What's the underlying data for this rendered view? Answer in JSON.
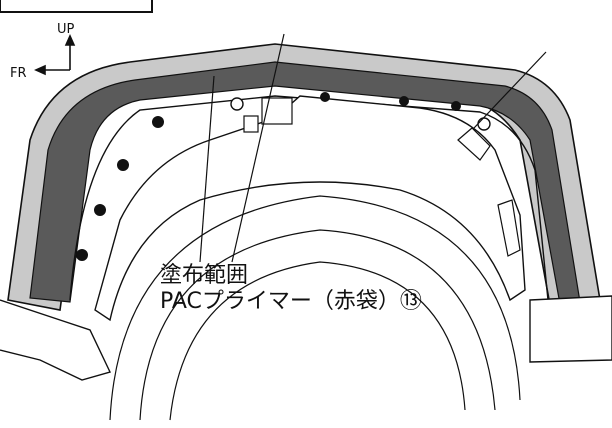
{
  "orientation": {
    "up_label": "UP",
    "front_label": "FR"
  },
  "callout": {
    "line1": "塗布範囲",
    "line2": "PACプライマー（赤袋）⑬"
  },
  "colors": {
    "outer_band": "#c9c9c9",
    "inner_band": "#5a5a5a",
    "line": "#111111",
    "background": "#ffffff"
  }
}
